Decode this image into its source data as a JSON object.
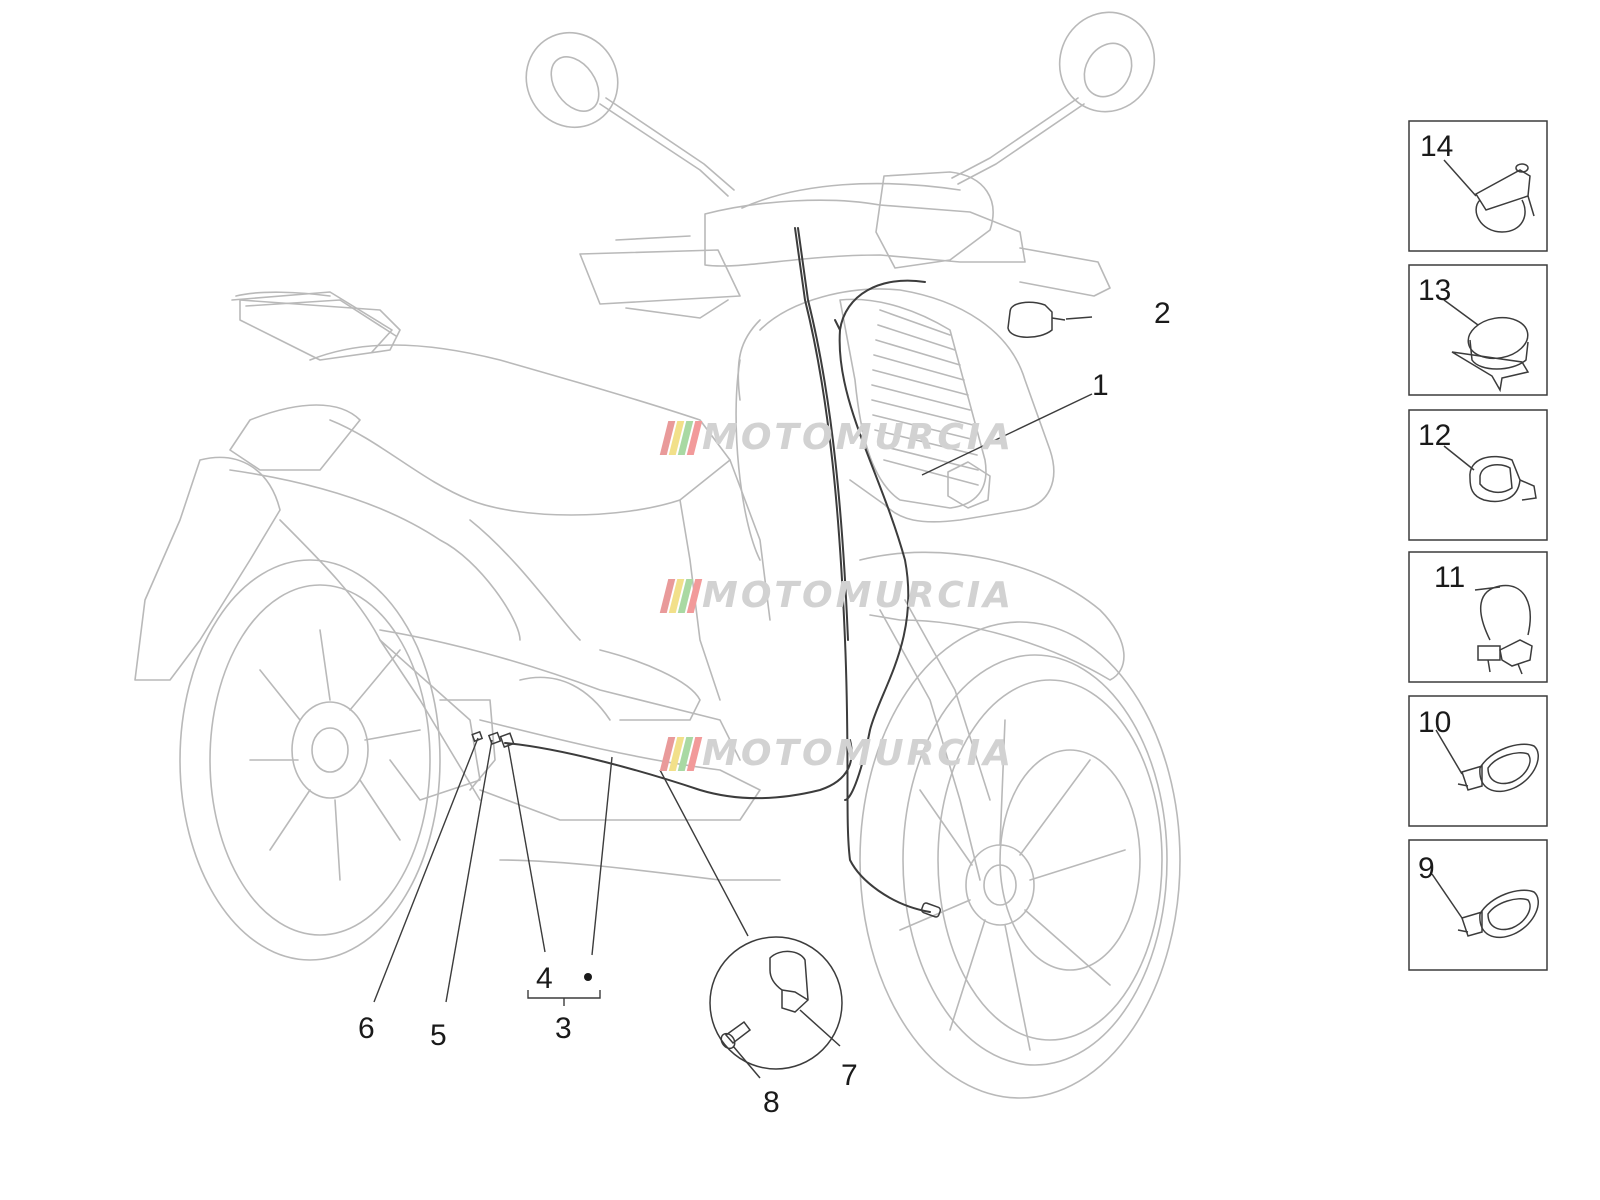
{
  "diagram": {
    "callouts": [
      {
        "id": "c1",
        "text": "1"
      },
      {
        "id": "c2",
        "text": "2"
      },
      {
        "id": "c3",
        "text": "3"
      },
      {
        "id": "c4",
        "text": "4"
      },
      {
        "id": "c5",
        "text": "5"
      },
      {
        "id": "c6",
        "text": "6"
      },
      {
        "id": "c7",
        "text": "7"
      },
      {
        "id": "c8",
        "text": "8"
      },
      {
        "id": "c9",
        "text": "9"
      },
      {
        "id": "c10",
        "text": "10"
      },
      {
        "id": "c11",
        "text": "11"
      },
      {
        "id": "c12",
        "text": "12"
      },
      {
        "id": "c13",
        "text": "13"
      },
      {
        "id": "c14",
        "text": "14"
      }
    ],
    "legend_boxes": [
      "14",
      "13",
      "12",
      "11",
      "10",
      "9"
    ]
  },
  "watermark": {
    "text": "MOTOMURCIA",
    "stripe_colors": [
      "#e99a9a",
      "#f2e08a",
      "#a9d9a3",
      "#f29a9a"
    ]
  },
  "colors": {
    "line": "#5a5a5a",
    "light_line": "#b9b9b9",
    "cable": "#3c3c3c"
  }
}
